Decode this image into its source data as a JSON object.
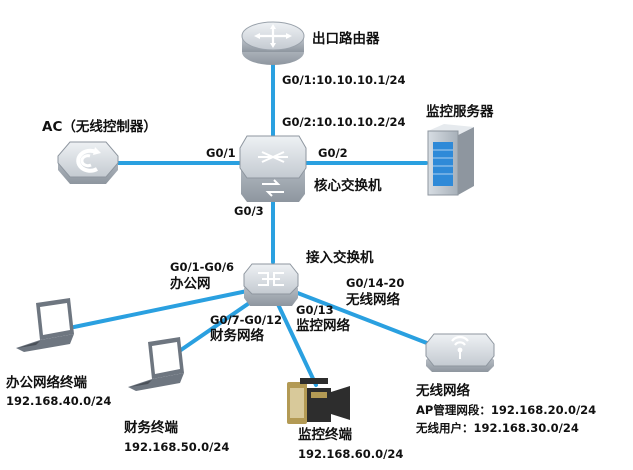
{
  "colors": {
    "link": "#2aa0e0",
    "device_light": "#eef1f4",
    "device_mid": "#c4cad1",
    "device_dark": "#8e969f",
    "laptop": "#6e7680",
    "screen": "#ffffff",
    "server_blue": "#2f8ad8",
    "camera_dark": "#2d2d2d",
    "camera_gold": "#b39a54"
  },
  "devices": {
    "router": {
      "label": "出口路由器",
      "icon": "router-icon"
    },
    "ac": {
      "label": "AC（无线控制器）",
      "icon": "wireless-controller-icon"
    },
    "core": {
      "label": "核心交换机",
      "icon": "core-switch-icon"
    },
    "monitor_server": {
      "label": "监控服务器",
      "icon": "server-icon"
    },
    "access": {
      "label": "接入交换机",
      "icon": "access-switch-icon"
    },
    "office_terminal": {
      "label": "办公网络终端",
      "ip": "192.168.40.0/24",
      "icon": "laptop-icon"
    },
    "finance_terminal": {
      "label": "财务终端",
      "ip": "192.168.50.0/24",
      "icon": "laptop-icon"
    },
    "monitor_terminal": {
      "label": "监控终端",
      "ip": "192.168.60.0/24",
      "icon": "camera-icon"
    },
    "wireless": {
      "label": "无线网络",
      "ap_mgmt": "AP管理网段：192.168.20.0/24",
      "users": "无线用户：192.168.30.0/24",
      "icon": "access-point-icon"
    }
  },
  "ports": {
    "router_g01": "G0/1:10.10.10.1/24",
    "core_g02_ip": "G0/2:10.10.10.2/24",
    "core_g01": "G0/1",
    "core_g02": "G0/2",
    "core_g03": "G0/3",
    "access_office_port": "G0/1-G0/6",
    "access_office_name": "办公网",
    "access_finance_port": "G0/7-G0/12",
    "access_finance_name": "财务网络",
    "access_monitor_port": "G0/13",
    "access_monitor_name": "监控网络",
    "access_wireless_port": "G0/14-20",
    "access_wireless_name": "无线网络"
  }
}
